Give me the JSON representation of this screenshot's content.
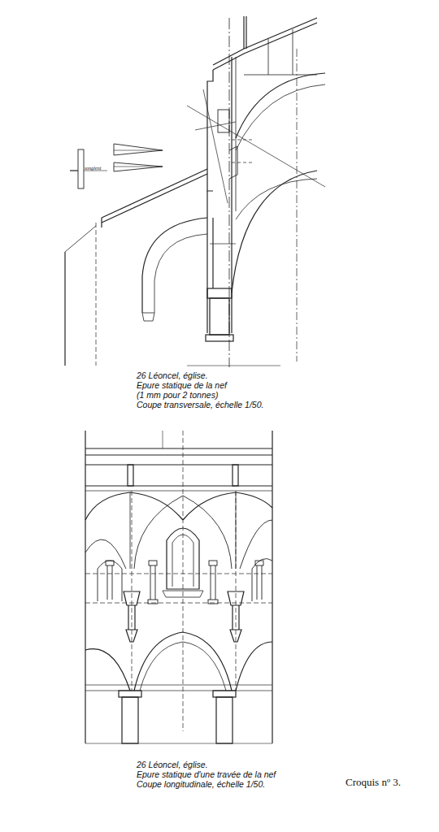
{
  "diagram": {
    "labels": [
      "songlent",
      "26 Léoncel, église.",
      "Epure statique de la nef",
      "(1 mm pour 2 tonnes)",
      "Coupe transversale, échelle 1/50.",
      "26 Léoncel, église.",
      "Epure statique d'une travée de la nef",
      "Coupe longitudinale, échelle 1/50.",
      "Croquis nº 3."
    ]
  }
}
